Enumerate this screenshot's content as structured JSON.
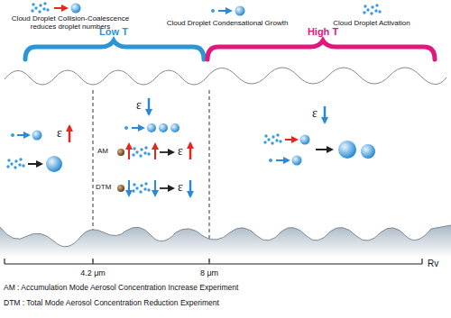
{
  "diagram": {
    "labels": [
      "Low T",
      "High T",
      "ε",
      "ε",
      "AM",
      "ε",
      "DTM",
      "ε",
      "ε",
      "4.2 μm",
      "8 μm",
      "Rv",
      "AM : Accumulation Mode Aerosol Concentration Increase Experiment",
      "DTM : Total Mode Aerosol Concentration Reduction Experiment"
    ],
    "legend": [
      {
        "text": "Cloud Droplet Collision-Coalescence reduces droplet numbers"
      },
      {
        "text": "Cloud Droplet Condensational Growth"
      },
      {
        "text": "Cloud Droplet Activation"
      }
    ]
  }
}
